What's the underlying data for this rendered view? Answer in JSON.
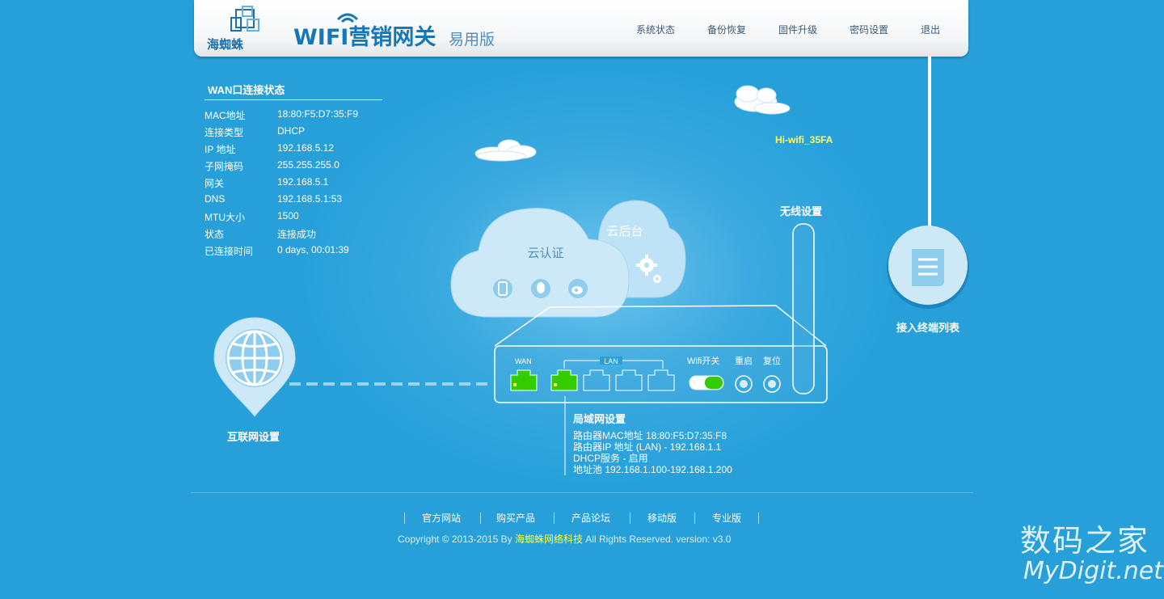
{
  "header": {
    "brand_name": "海蜘蛛",
    "product_title": "WIFI营销网关",
    "product_edition": "易用版",
    "nav": [
      "系统状态",
      "备份恢复",
      "固件升级",
      "密码设置",
      "退出"
    ]
  },
  "wan": {
    "title": "WAN口连接状态",
    "rows": [
      {
        "k": "MAC地址",
        "v": "18:80:F5:D7:35:F9"
      },
      {
        "k": "连接类型",
        "v": "DHCP"
      },
      {
        "k": "IP 地址",
        "v": "192.168.5.12"
      },
      {
        "k": "子网掩码",
        "v": "255.255.255.0"
      },
      {
        "k": "网关",
        "v": "192.168.5.1"
      },
      {
        "k": "DNS",
        "v": "192.168.5.1:53"
      },
      {
        "k": "MTU大小",
        "v": "1500"
      },
      {
        "k": "状态",
        "v": "连接成功"
      },
      {
        "k": "已连接时间",
        "v": "0 days, 00:01:39"
      }
    ]
  },
  "ssid": "Hi-wifi_35FA",
  "cloud": {
    "auth": "云认证",
    "backend": "云后台"
  },
  "labels": {
    "wireless": "无线设置",
    "clients": "接入终端列表",
    "internet": "互联网设置"
  },
  "router": {
    "wan": "WAN",
    "lan": "LAN",
    "wifi_switch": "Wifi开关",
    "restart": "重启",
    "reset": "复位"
  },
  "lan_info": {
    "title": "局域网设置",
    "lines": [
      "路由器MAC地址 18:80:F5:D7:35:F8",
      "路由器IP 地址 (LAN) - 192.168.1.1",
      "DHCP服务 - 启用",
      "地址池 192.168.1.100-192.168.1.200"
    ]
  },
  "footer": {
    "links": [
      "官方网站",
      "购买产品",
      "产品论坛",
      "移动版",
      "专业版"
    ],
    "copyright_pre": "Copyright © 2013-2015 By",
    "company": "海蜘蛛网络科技",
    "copyright_post": "All Rights Reserved.   version: v3.0"
  },
  "watermark": {
    "cn": "数码之家",
    "en": "MyDigit.net"
  },
  "colors": {
    "background": "#27a0da",
    "header_title": "#1677b8",
    "highlight": "#ffff66",
    "port_active": "#33cc00"
  }
}
